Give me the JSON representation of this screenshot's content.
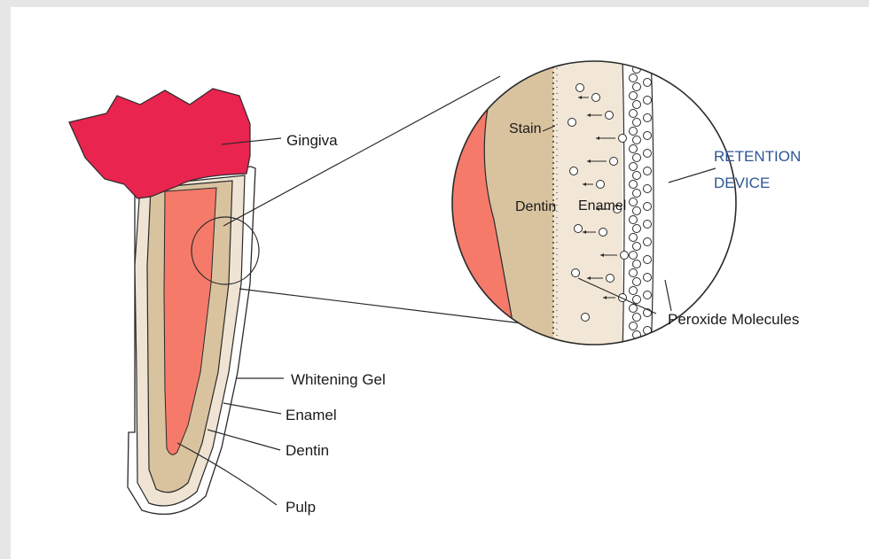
{
  "labels": {
    "gingiva": "Gingiva",
    "whitening_gel": "Whitening Gel",
    "enamel": "Enamel",
    "dentin": "Dentin",
    "pulp": "Pulp",
    "peroxide_molecules": "Peroxide Molecules",
    "retention_device_line1": "RETENTION",
    "retention_device_line2": "DEVICE"
  },
  "magnified": {
    "stain": "Stain",
    "dentin": "Dentin",
    "enamel": "Enamel"
  },
  "colors": {
    "gingiva": "#e8244f",
    "pulp": "#f57a6a",
    "dentin": "#d9c4a0",
    "enamel": "#f2e7d6",
    "gel": "#ffffff",
    "retention_text": "#2e5597",
    "outline": "#2a2a2a"
  }
}
